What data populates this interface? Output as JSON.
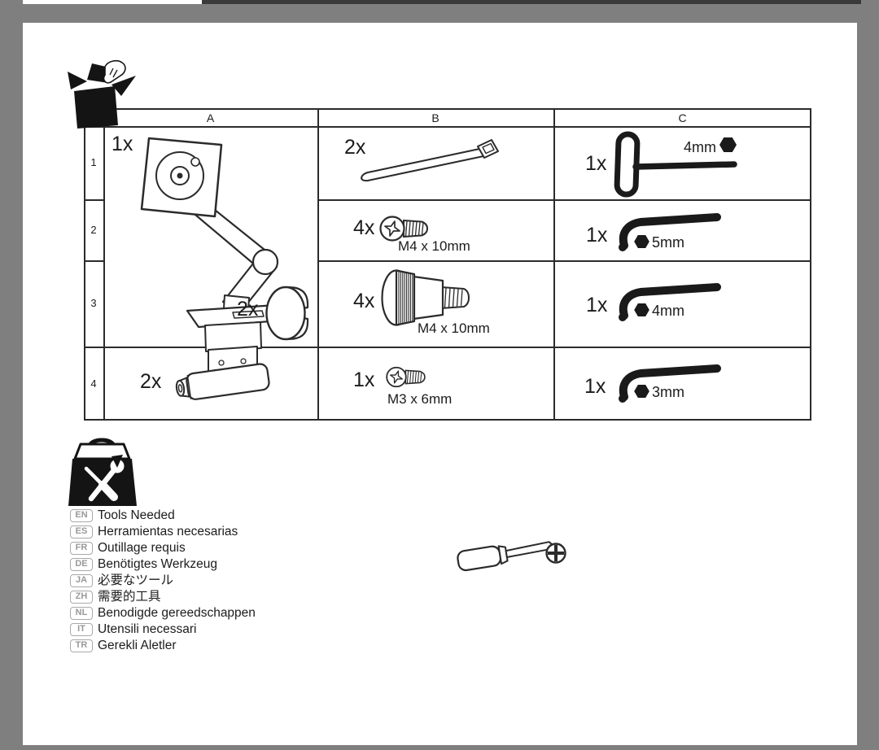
{
  "document": {
    "kind": "assembly-instructions-parts-page"
  },
  "parts_table": {
    "headers": {
      "a": "A",
      "b": "B",
      "c": "C"
    },
    "row_numbers": {
      "r1": "1",
      "r2": "2",
      "r3": "3",
      "r4": "4"
    },
    "a_arm": {
      "qty": "1x"
    },
    "a_disc": {
      "qty": "2x"
    },
    "a_tube": {
      "qty": "2x"
    },
    "b1": {
      "qty": "2x"
    },
    "b2": {
      "qty": "4x",
      "label": "M4 x 10mm"
    },
    "b3": {
      "qty": "4x",
      "label": "M4 x 10mm"
    },
    "b4": {
      "qty": "1x",
      "label": "M3 x 6mm"
    },
    "c1": {
      "qty": "1x",
      "label": "4mm"
    },
    "c2": {
      "qty": "1x",
      "label": "5mm"
    },
    "c3": {
      "qty": "1x",
      "label": "4mm"
    },
    "c4": {
      "qty": "1x",
      "label": "3mm"
    }
  },
  "tools_needed": {
    "languages": [
      {
        "code": "EN",
        "label": "Tools Needed"
      },
      {
        "code": "ES",
        "label": "Herramientas necesarias"
      },
      {
        "code": "FR",
        "label": "Outillage requis"
      },
      {
        "code": "DE",
        "label": "Benötigtes Werkzeug"
      },
      {
        "code": "JA",
        "label": "必要なツール"
      },
      {
        "code": "ZH",
        "label": "需要的工具"
      },
      {
        "code": "NL",
        "label": "Benodigde gereedschappen"
      },
      {
        "code": "IT",
        "label": "Utensili necessari"
      },
      {
        "code": "TR",
        "label": "Gerekli Aletler"
      }
    ]
  },
  "colors": {
    "viewer_background": "#7f7f7f",
    "page_background": "#ffffff",
    "line_art": "#2b2b2b",
    "top_bar": "#3a3a3a",
    "badge_gray": "#999999"
  }
}
